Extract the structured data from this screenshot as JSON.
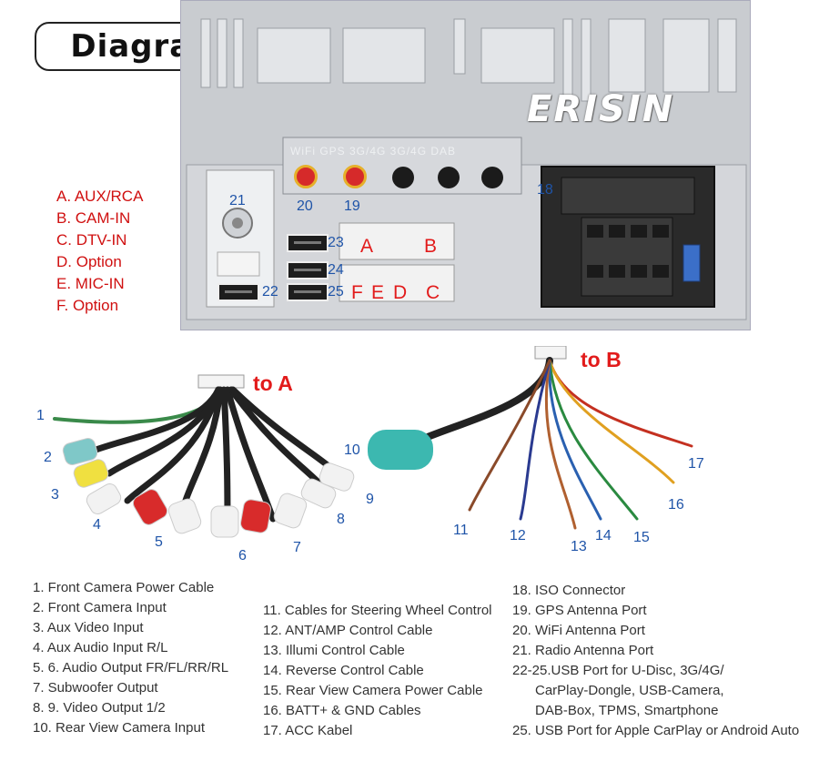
{
  "title": "Diagram",
  "brand": "ERISIN",
  "port_print": "WiFi  GPS  3G/4G  3G/4G  DAB",
  "legend": [
    "A. AUX/RCA",
    "B. CAM-IN",
    "C. DTV-IN",
    "D. Option",
    "E. MIC-IN",
    "F. Option"
  ],
  "panel_numbers": {
    "n18": "18",
    "n19": "19",
    "n20": "20",
    "n21": "21",
    "n22": "22",
    "n23": "23",
    "n24": "24",
    "n25": "25"
  },
  "panel_letters": {
    "A": "A",
    "B": "B",
    "F": "F",
    "E": "E",
    "D": "D",
    "C": "C"
  },
  "connector_labels": {
    "to_a": "to A",
    "to_b": "to B"
  },
  "cable_numbers": {
    "c1": "1",
    "c2": "2",
    "c3": "3",
    "c4": "4",
    "c5": "5",
    "c6": "6",
    "c7": "7",
    "c8": "8",
    "c9": "9",
    "c10": "10",
    "c11": "11",
    "c12": "12",
    "c13": "13",
    "c14": "14",
    "c15": "15",
    "c16": "16",
    "c17": "17"
  },
  "descriptions": {
    "col1": [
      "1. Front Camera Power Cable",
      "2. Front Camera Input",
      "3. Aux Video Input",
      "4. Aux Audio Input R/L",
      "5. 6. Audio Output FR/FL/RR/RL",
      "7. Subwoofer Output",
      "8. 9. Video Output 1/2",
      "10. Rear View Camera Input"
    ],
    "col2": [
      "11. Cables for Steering Wheel Control",
      "12. ANT/AMP Control Cable",
      "13. Illumi Control Cable",
      "14. Reverse Control Cable",
      "15. Rear View Camera Power Cable",
      "16. BATT+ & GND Cables",
      "17. ACC Kabel"
    ],
    "col3": [
      "18. ISO Connector",
      "19. GPS Antenna Port",
      "20. WiFi Antenna Port",
      "21. Radio Antenna Port",
      "22-25.USB Port for U-Disc, 3G/4G/",
      "      CarPlay-Dongle, USB-Camera,",
      "      DAB-Box, TPMS, Smartphone",
      "25. USB Port  for Apple CarPlay or  Android Auto"
    ]
  },
  "colors": {
    "legend_red": "#d01010",
    "number_blue": "#1f54a8",
    "panel_grey": "#c9ccd0",
    "antenna_red": "#d62a2a"
  }
}
